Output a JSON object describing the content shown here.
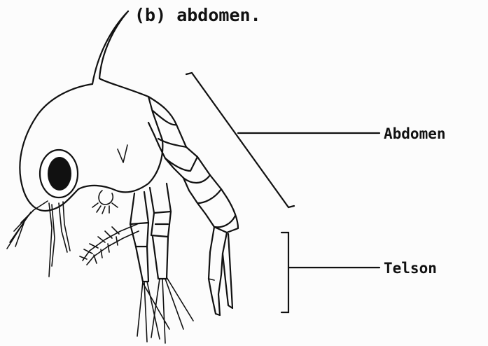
{
  "figure": {
    "caption": "(b) abdomen.",
    "labels": {
      "abdomen": "Abdomen",
      "telson": "Telson"
    }
  }
}
